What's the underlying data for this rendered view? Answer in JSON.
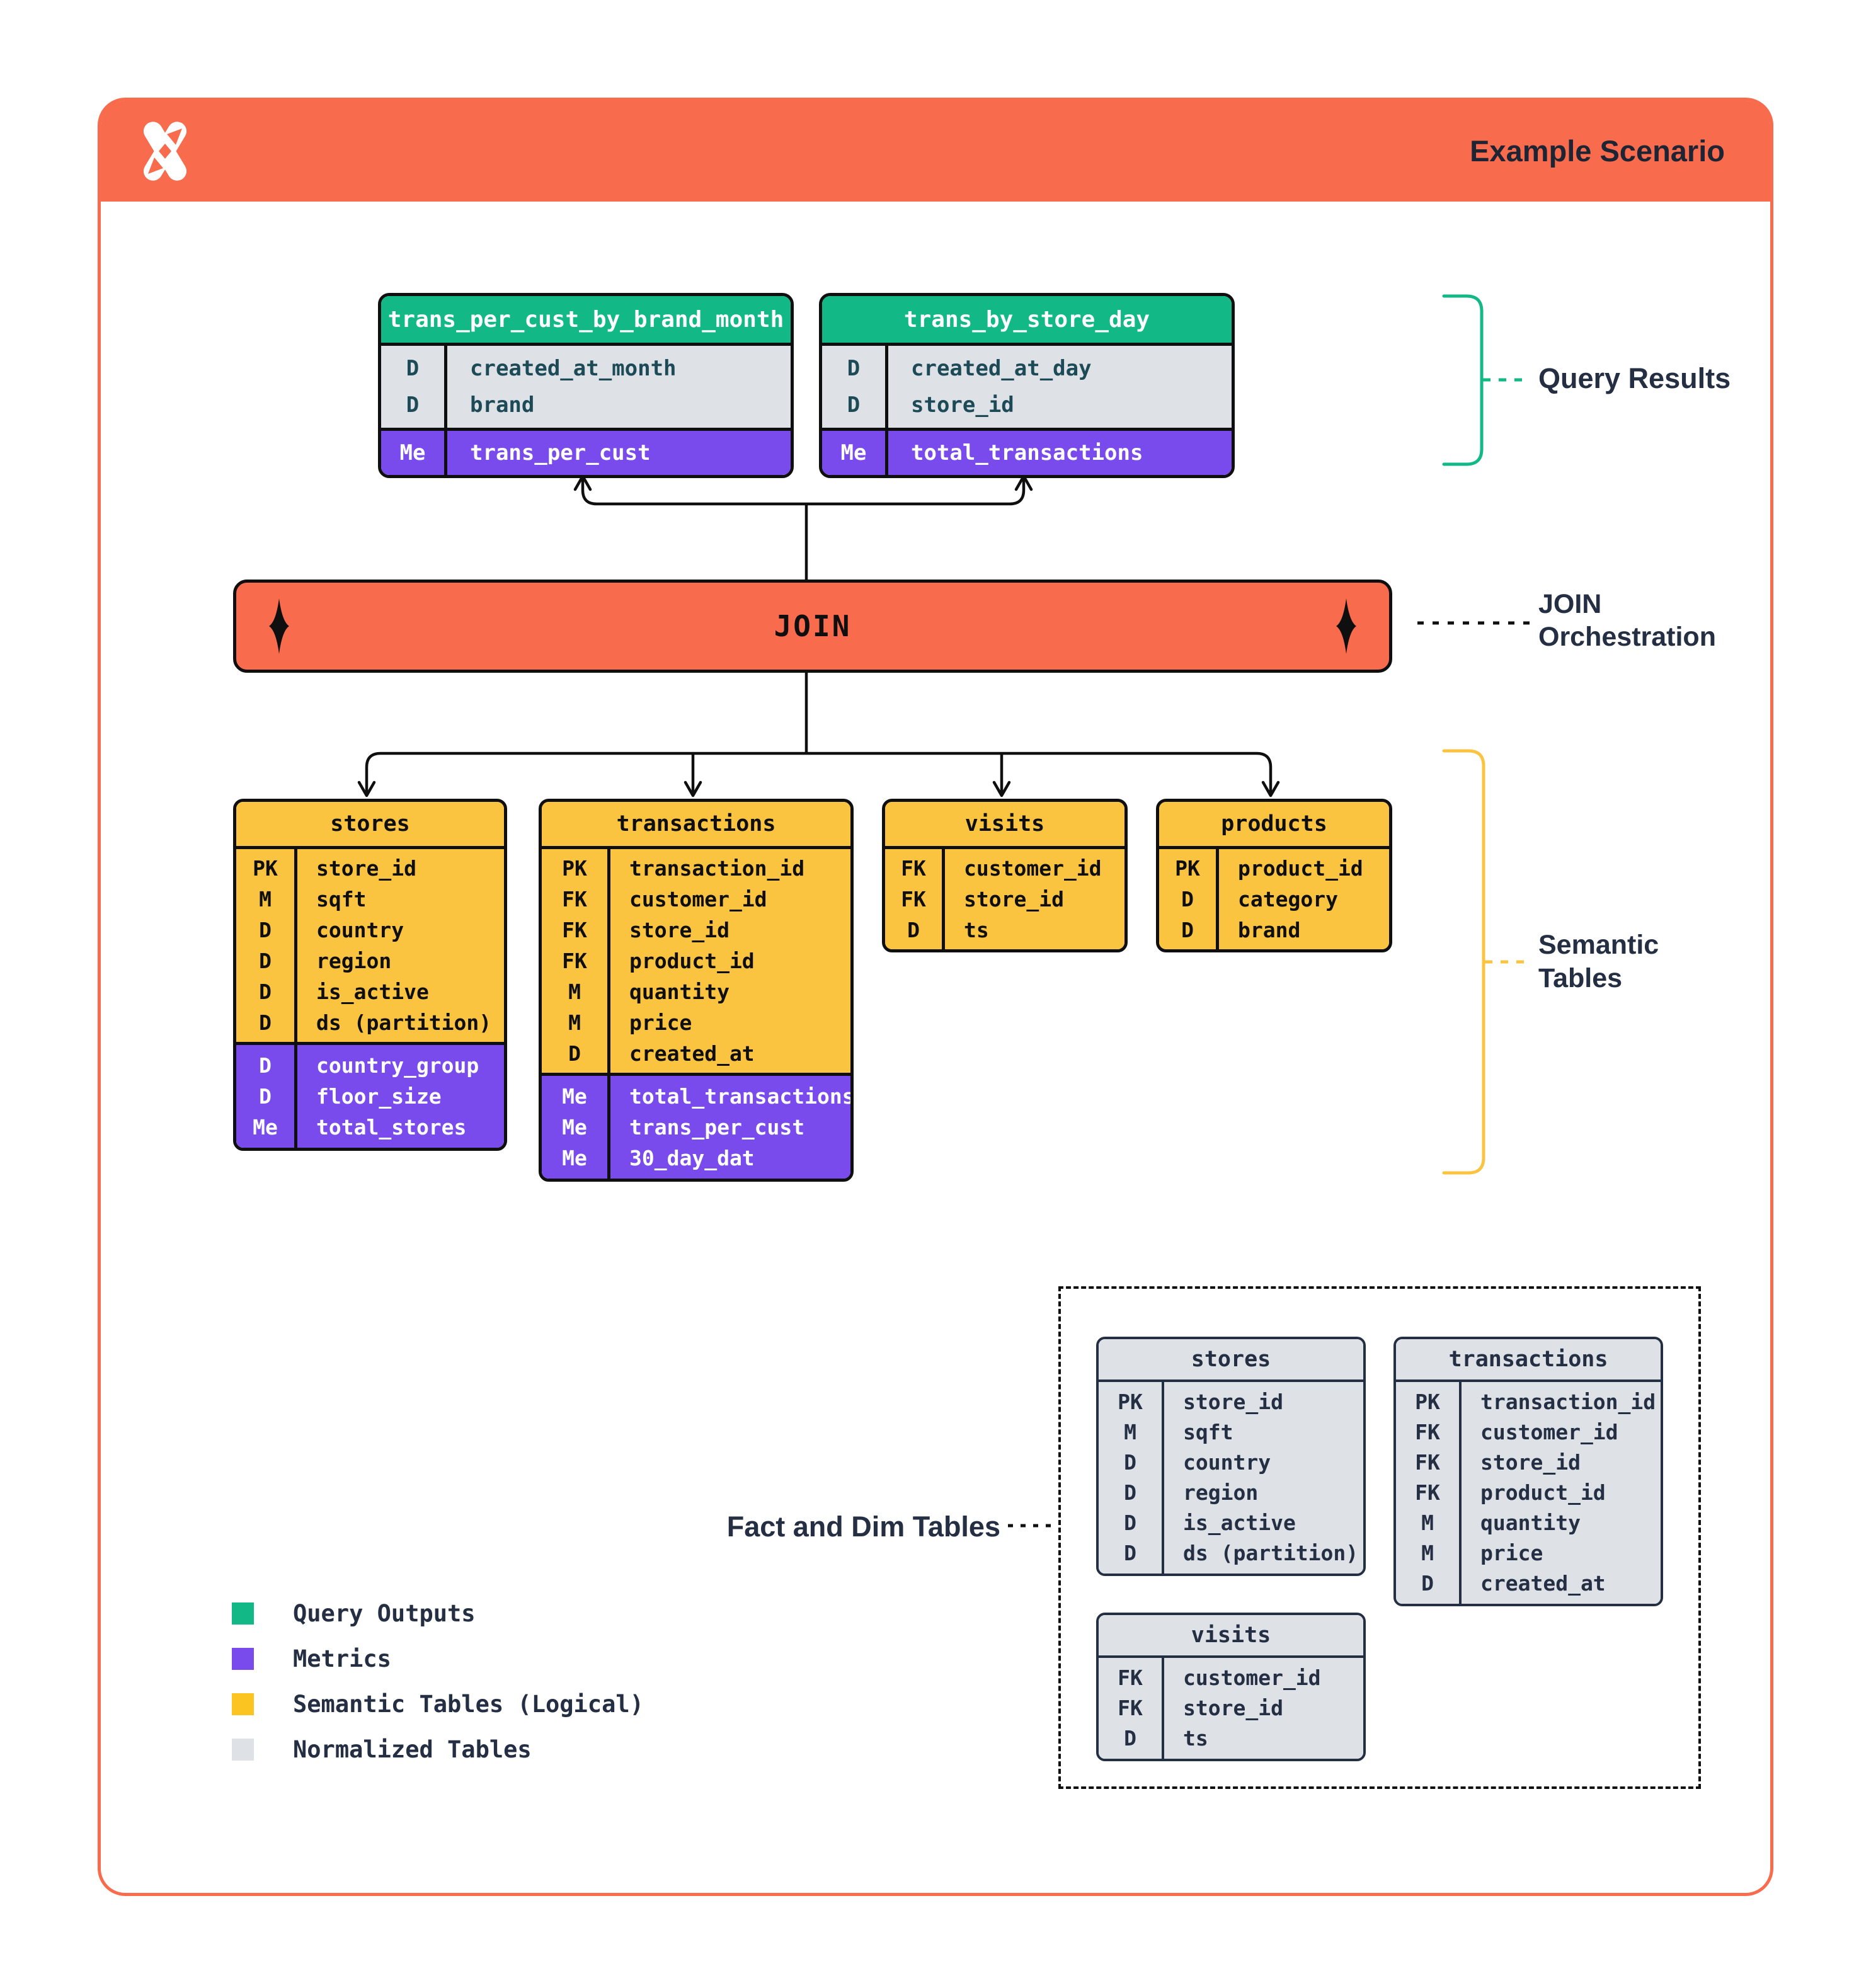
{
  "colors": {
    "orange": "#F96B4D",
    "green": "#12B886",
    "purple": "#7A4BEC",
    "yellow": "#FBC440",
    "gray": "#DEE2E6",
    "navy": "#252F44",
    "teal_text": "#1D4A57",
    "black": "#0F0F0F",
    "white": "#FFFFFF"
  },
  "header": {
    "title": "Example Scenario",
    "logo_icon": "dremio-x-logo"
  },
  "join": {
    "label": "JOIN"
  },
  "annotations": {
    "query_results": "Query Results",
    "join_orchestration": [
      "JOIN",
      "Orchestration"
    ],
    "semantic_tables": [
      "Semantic",
      "Tables"
    ],
    "fact_dim": "Fact and Dim Tables"
  },
  "query_tables": [
    {
      "name": "trans_per_cust_by_brand_month",
      "dims": [
        [
          "D",
          "created_at_month"
        ],
        [
          "D",
          "brand"
        ]
      ],
      "metrics": [
        [
          "Me",
          "trans_per_cust"
        ]
      ]
    },
    {
      "name": "trans_by_store_day",
      "dims": [
        [
          "D",
          "created_at_day"
        ],
        [
          "D",
          "store_id"
        ]
      ],
      "metrics": [
        [
          "Me",
          "total_transactions"
        ]
      ]
    }
  ],
  "semantic_tables": [
    {
      "name": "stores",
      "dims": [
        [
          "PK",
          "store_id"
        ],
        [
          "M",
          "sqft"
        ],
        [
          "D",
          "country"
        ],
        [
          "D",
          "region"
        ],
        [
          "D",
          "is_active"
        ],
        [
          "D",
          "ds (partition)"
        ]
      ],
      "metrics": [
        [
          "D",
          "country_group"
        ],
        [
          "D",
          "floor_size"
        ],
        [
          "Me",
          "total_stores"
        ]
      ]
    },
    {
      "name": "transactions",
      "dims": [
        [
          "PK",
          "transaction_id"
        ],
        [
          "FK",
          "customer_id"
        ],
        [
          "FK",
          "store_id"
        ],
        [
          "FK",
          "product_id"
        ],
        [
          "M",
          "quantity"
        ],
        [
          "M",
          "price"
        ],
        [
          "D",
          "created_at"
        ]
      ],
      "metrics": [
        [
          "Me",
          "total_transactions"
        ],
        [
          "Me",
          "trans_per_cust"
        ],
        [
          "Me",
          "30_day_dat"
        ]
      ]
    },
    {
      "name": "visits",
      "dims": [
        [
          "FK",
          "customer_id"
        ],
        [
          "FK",
          "store_id"
        ],
        [
          "D",
          "ts"
        ]
      ],
      "metrics": []
    },
    {
      "name": "products",
      "dims": [
        [
          "PK",
          "product_id"
        ],
        [
          "D",
          "category"
        ],
        [
          "D",
          "brand"
        ]
      ],
      "metrics": []
    }
  ],
  "normalized_tables": [
    {
      "name": "stores",
      "dims": [
        [
          "PK",
          "store_id"
        ],
        [
          "M",
          "sqft"
        ],
        [
          "D",
          "country"
        ],
        [
          "D",
          "region"
        ],
        [
          "D",
          "is_active"
        ],
        [
          "D",
          "ds (partition)"
        ]
      ]
    },
    {
      "name": "transactions",
      "dims": [
        [
          "PK",
          "transaction_id"
        ],
        [
          "FK",
          "customer_id"
        ],
        [
          "FK",
          "store_id"
        ],
        [
          "FK",
          "product_id"
        ],
        [
          "M",
          "quantity"
        ],
        [
          "M",
          "price"
        ],
        [
          "D",
          "created_at"
        ]
      ]
    },
    {
      "name": "visits",
      "dims": [
        [
          "FK",
          "customer_id"
        ],
        [
          "FK",
          "store_id"
        ],
        [
          "D",
          "ts"
        ]
      ]
    }
  ],
  "legend": {
    "items": [
      {
        "label": "Query Outputs",
        "color": "#12B886"
      },
      {
        "label": "Metrics",
        "color": "#7A4BEC"
      },
      {
        "label": "Semantic Tables (Logical)",
        "color": "#FBC420"
      },
      {
        "label": "Normalized Tables",
        "color": "#DEE2E6"
      }
    ]
  }
}
